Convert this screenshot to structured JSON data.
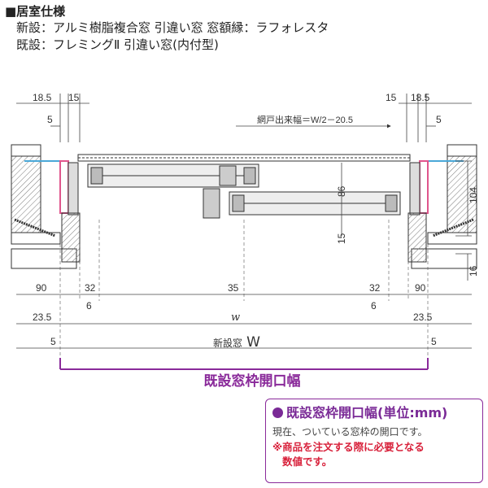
{
  "header": {
    "title": "■居室仕様",
    "new_spec": "新設：アルミ樹脂複合窓 引違い窓 窓額縁：ラフォレスタ",
    "existing_spec": "既設：フレミングⅡ 引違い窓(内付型)"
  },
  "dimensions": {
    "top_left_a": "18.5",
    "top_left_b": "15",
    "top_right_a": "15",
    "top_right_b": "18.5",
    "left_5": "5",
    "right_5": "5",
    "screen_width": "網戸出来幅＝W/2－20.5",
    "center_86": "86",
    "right_104": "104",
    "center_15": "15",
    "right_16": "16",
    "bottom_90_left": "90",
    "bottom_32_left": "32",
    "bottom_35": "35",
    "bottom_32_right": "32",
    "bottom_90_right": "90",
    "bottom_6_left": "6",
    "bottom_6_right": "6",
    "bottom_235_left": "23.5",
    "bottom_235_right": "23.5",
    "w_small": "w",
    "bottom_5_left": "5",
    "bottom_5_right": "5",
    "new_window_W_label": "新設窓",
    "new_window_W": "W",
    "existing_opening": "既設窓枠開口幅"
  },
  "note": {
    "title": "既設窓枠開口幅(単位:mm)",
    "description": "現在、ついている窓枠の開口です。",
    "warning_line1": "※商品を注文する際に必要となる",
    "warning_line2": "数値です。"
  },
  "colors": {
    "accent_purple": "#8a2a9a",
    "warning_red": "#d8203a",
    "resin_pink": "#e0558c",
    "glass_blue": "#4aa8d8"
  }
}
